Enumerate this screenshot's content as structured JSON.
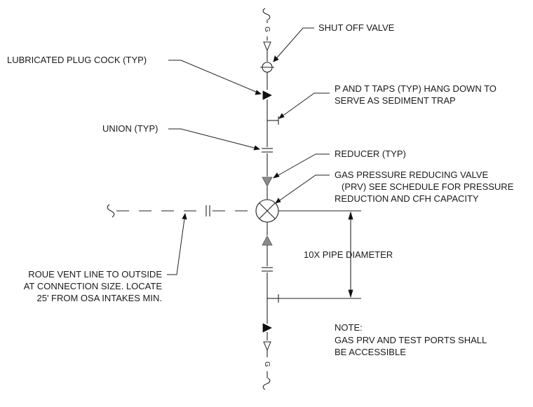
{
  "labels": {
    "shut_off_valve": "SHUT OFF VALVE",
    "lubricated_plug_cock": "LUBRICATED PLUG COCK (TYP)",
    "pt_taps_line1": "P AND T TAPS (TYP) HANG DOWN TO",
    "pt_taps_line2": "SERVE AS SEDIMENT TRAP",
    "union": "UNION (TYP)",
    "reducer": "REDUCER (TYP)",
    "prv_line1": "GAS PRESSURE REDUCING VALVE",
    "prv_line2": "(PRV) SEE SCHEDULE FOR PRESSURE",
    "prv_line3": "REDUCTION AND CFH CAPACITY",
    "pipe_diameter": "10X PIPE DIAMETER",
    "vent_line1": "ROUE VENT LINE TO OUTSIDE",
    "vent_line2": "AT CONNECTION SIZE.  LOCATE",
    "vent_line3": "25' FROM OSA INTAKES MIN.",
    "note_title": "NOTE:",
    "note_line1": "GAS PRV AND TEST PORTS SHALL",
    "note_line2": "BE ACCESSIBLE"
  },
  "pipe_marks": {
    "gas_top": "G",
    "gas_bottom": "G"
  }
}
